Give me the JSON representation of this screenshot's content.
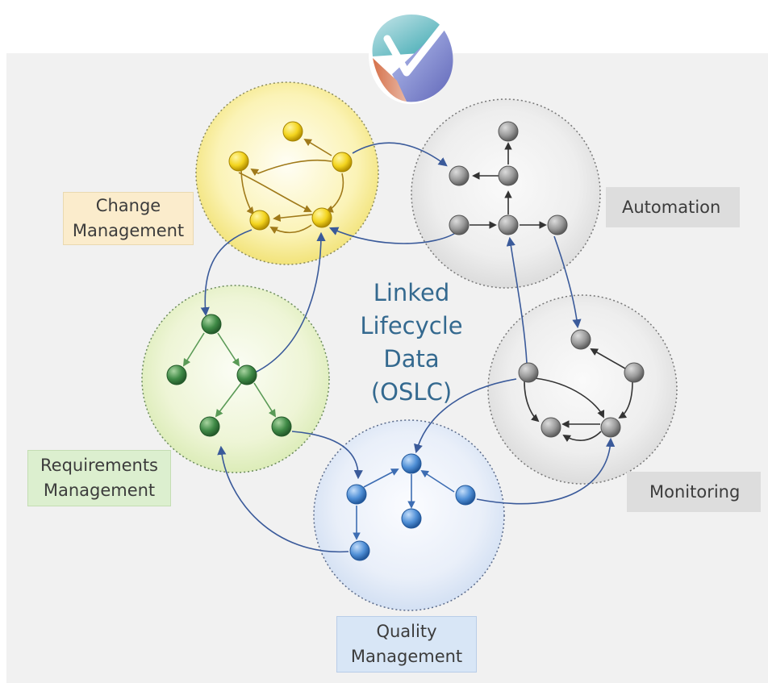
{
  "center_title": "Linked\nLifecycle Data\n(OSLC)",
  "labels": {
    "change": "Change\nManagement",
    "automation": "Automation",
    "requirements": "Requirements\nManagement",
    "monitoring": "Monitoring",
    "quality": "Quality\nManagement"
  },
  "colors": {
    "change": "#f3d41e",
    "automation": "#9a9a9a",
    "requirements": "#3f8a46",
    "monitoring": "#9a9a9a",
    "quality": "#4f8fd6",
    "link_arrow": "#3a5a9a",
    "center_text": "#34698f"
  },
  "logo": {
    "icon": "oslc-logo-icon"
  }
}
